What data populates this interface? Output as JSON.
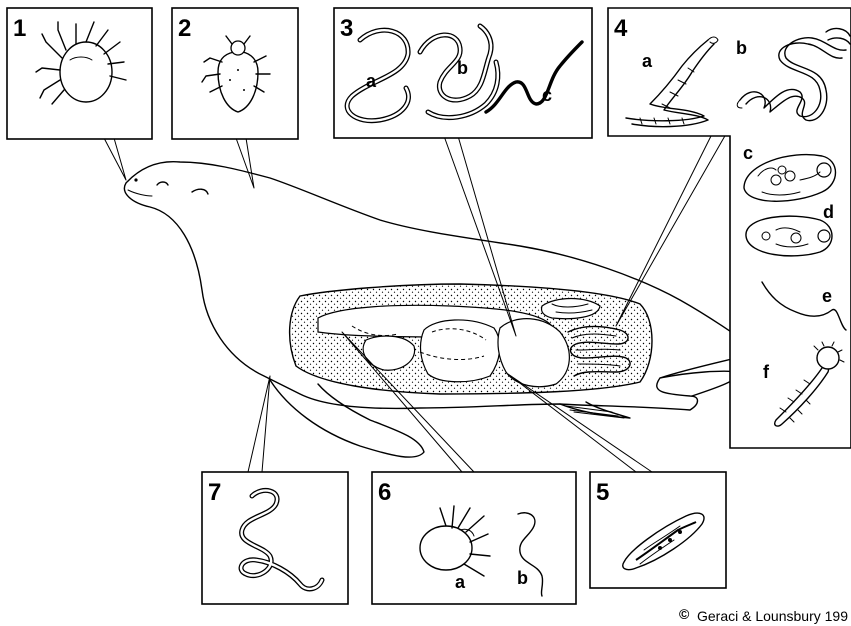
{
  "panels": {
    "p1": {
      "number": "1"
    },
    "p2": {
      "number": "2"
    },
    "p3": {
      "number": "3",
      "labels": [
        "a",
        "b",
        "c"
      ]
    },
    "p4": {
      "number": "4",
      "labels": [
        "a",
        "b",
        "c",
        "d",
        "e",
        "f"
      ]
    },
    "p5": {
      "number": "5"
    },
    "p6": {
      "number": "6",
      "labels": [
        "a",
        "b"
      ]
    },
    "p7": {
      "number": "7"
    }
  },
  "copyright": {
    "symbol": "©",
    "text": "Geraci & Lounsbury 199"
  }
}
